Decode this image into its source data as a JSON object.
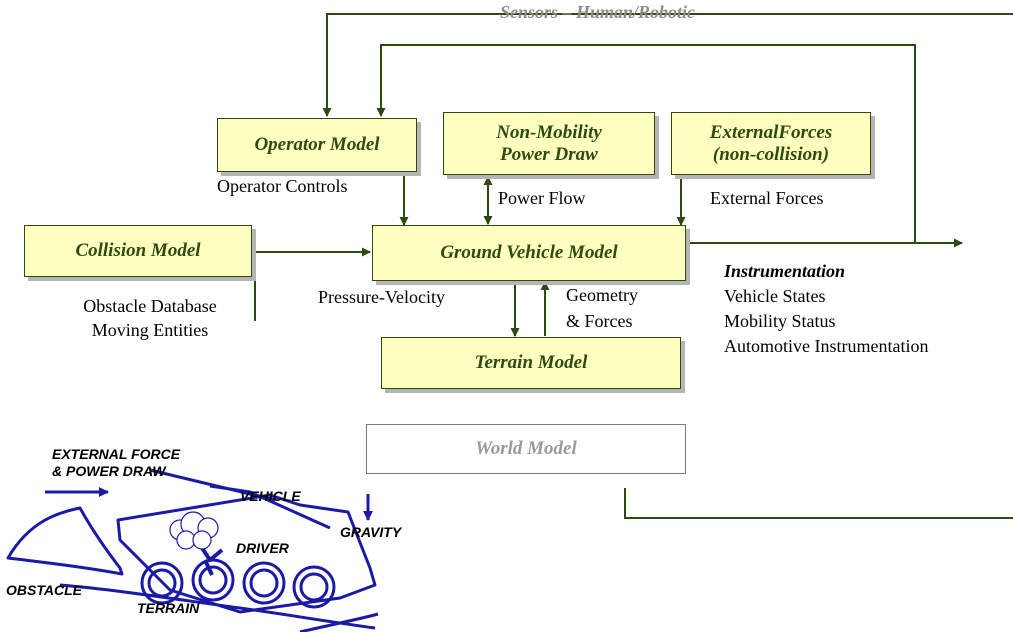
{
  "sensors_label": "Sensors – Human/Robotic",
  "boxes": {
    "operator": "Operator Model",
    "non_mobility_line1": "Non-Mobility",
    "non_mobility_line2": "Power Draw",
    "external_line1": "ExternalForces",
    "external_line2": "(non-collision)",
    "collision": "Collision Model",
    "ground_vehicle": "Ground Vehicle Model",
    "terrain": "Terrain Model",
    "world": "World Model"
  },
  "labels": {
    "operator_controls": "Operator Controls",
    "power_flow": "Power Flow",
    "external_forces": "External Forces",
    "obstacle_database": "Obstacle Database",
    "moving_entities": "Moving Entities",
    "pressure_velocity": "Pressure-Velocity",
    "geometry": "Geometry",
    "and_forces": "& Forces"
  },
  "instrumentation": {
    "title": "Instrumentation",
    "items": [
      "Vehicle States",
      "Mobility Status",
      "Automotive Instrumentation"
    ]
  },
  "illustration": {
    "external_force_line1": "EXTERNAL FORCE",
    "external_force_line2": "& POWER DRAW",
    "vehicle": "VEHICLE",
    "gravity": "GRAVITY",
    "driver": "DRIVER",
    "obstacle": "OBSTACLE",
    "terrain": "TERRAIN"
  },
  "colors": {
    "box_fill": "#ffffc0",
    "box_border": "#2d4a12",
    "arrow": "#2d4a12",
    "illustration": "#1a1aa6",
    "muted_text": "#8c8c8c"
  }
}
